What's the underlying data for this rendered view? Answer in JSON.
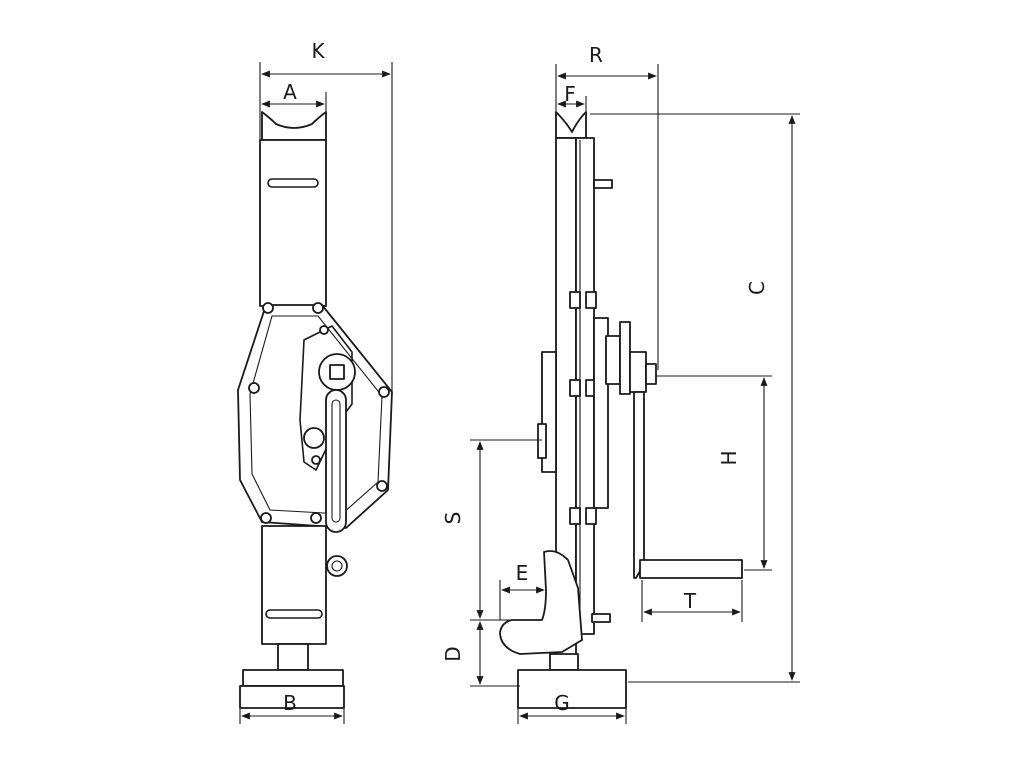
{
  "colors": {
    "ink": "#1a1a1a",
    "background": "#ffffff"
  },
  "dimensions": {
    "K": "K",
    "A": "A",
    "B": "B",
    "R": "R",
    "F": "F",
    "C": "C",
    "H": "H",
    "S": "S",
    "E": "E",
    "T": "T",
    "D": "D",
    "G": "G"
  }
}
